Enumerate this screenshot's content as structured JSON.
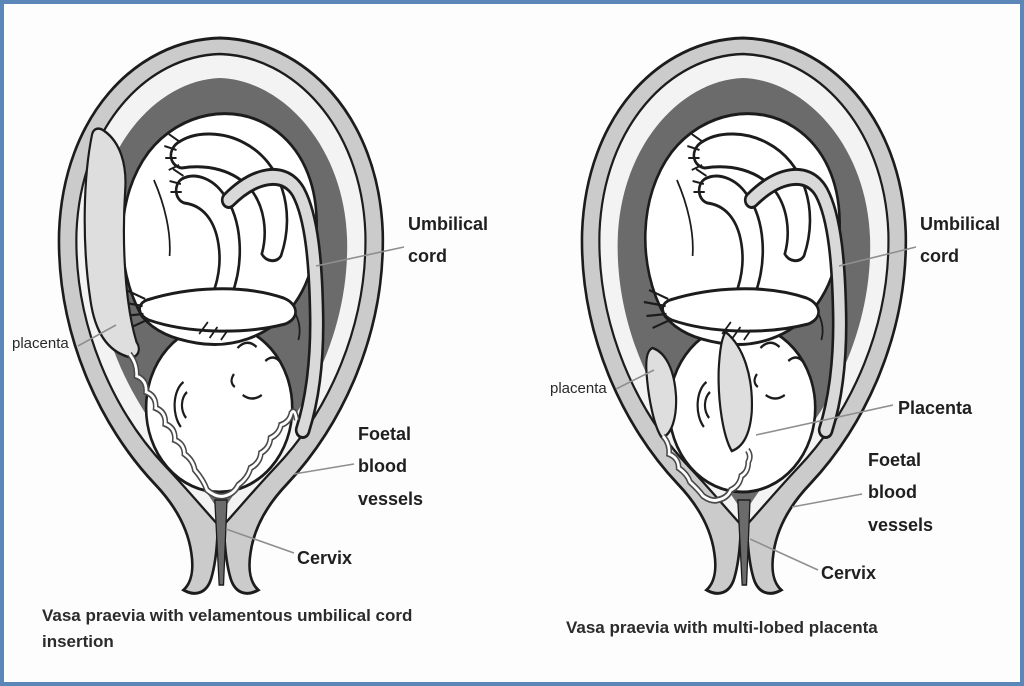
{
  "figure": {
    "type": "medical-illustration",
    "subject": "vasa praevia"
  },
  "panels": [
    {
      "caption": "Vasa praevia with velamentous umbilical cord insertion",
      "labels": {
        "umbilical_cord": "Umbilical cord",
        "placenta_small": "placenta",
        "foetal_blood_vessels": "Foetal blood vessels",
        "cervix": "Cervix"
      }
    },
    {
      "caption": "Vasa praevia with multi-lobed placenta",
      "labels": {
        "umbilical_cord": "Umbilical cord",
        "placenta_small": "placenta",
        "placenta_main": "Placenta",
        "foetal_blood_vessels": "Foetal blood vessels",
        "cervix": "Cervix"
      }
    }
  ],
  "colors": {
    "frame_border": "#5b87b8",
    "background": "#fdfdfd",
    "uterine_wall": "#cbcbcb",
    "membrane": "#f3f3f3",
    "amniotic_fluid": "#6b6b6b",
    "placenta": "#dedede",
    "umbilical_cord": "#d9d9d9",
    "vessels": "#ffffff",
    "outline": "#1c1c1c",
    "leader_line": "#8f8f8f",
    "label_text": "#1f1f1f"
  }
}
